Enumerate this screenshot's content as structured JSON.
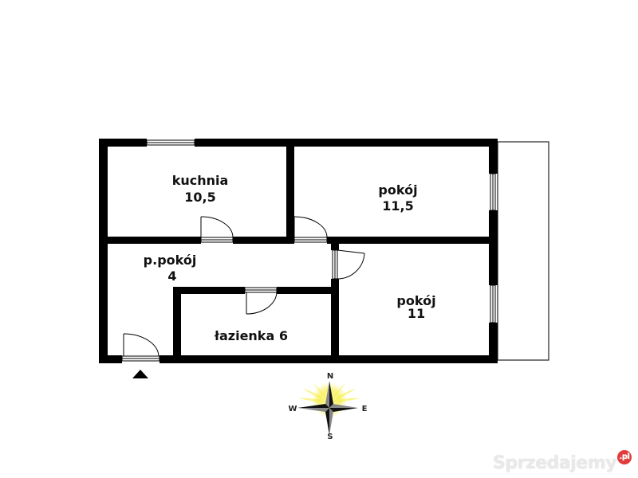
{
  "floor_plan": {
    "rooms": [
      {
        "id": "kuchnia",
        "name": "kuchnia",
        "area": "10,5"
      },
      {
        "id": "pokoj-1",
        "name": "pokój",
        "area": "11,5"
      },
      {
        "id": "przedpokoj",
        "name": "p.pokój",
        "area": "4"
      },
      {
        "id": "pokoj-2",
        "name": "pokój",
        "area": "11"
      },
      {
        "id": "lazienka",
        "name": "łazienka 6",
        "area": ""
      }
    ],
    "entrance_marker": "entrance-arrow"
  },
  "compass": {
    "north": "N",
    "south": "S",
    "east": "E",
    "west": "W",
    "glow_color": "#f5ee3a"
  },
  "watermark": {
    "text": "Sprzedajemy",
    "badge": ".pl"
  },
  "colors": {
    "wall": "#000000",
    "background": "#ffffff",
    "badge": "#e23b3b"
  }
}
